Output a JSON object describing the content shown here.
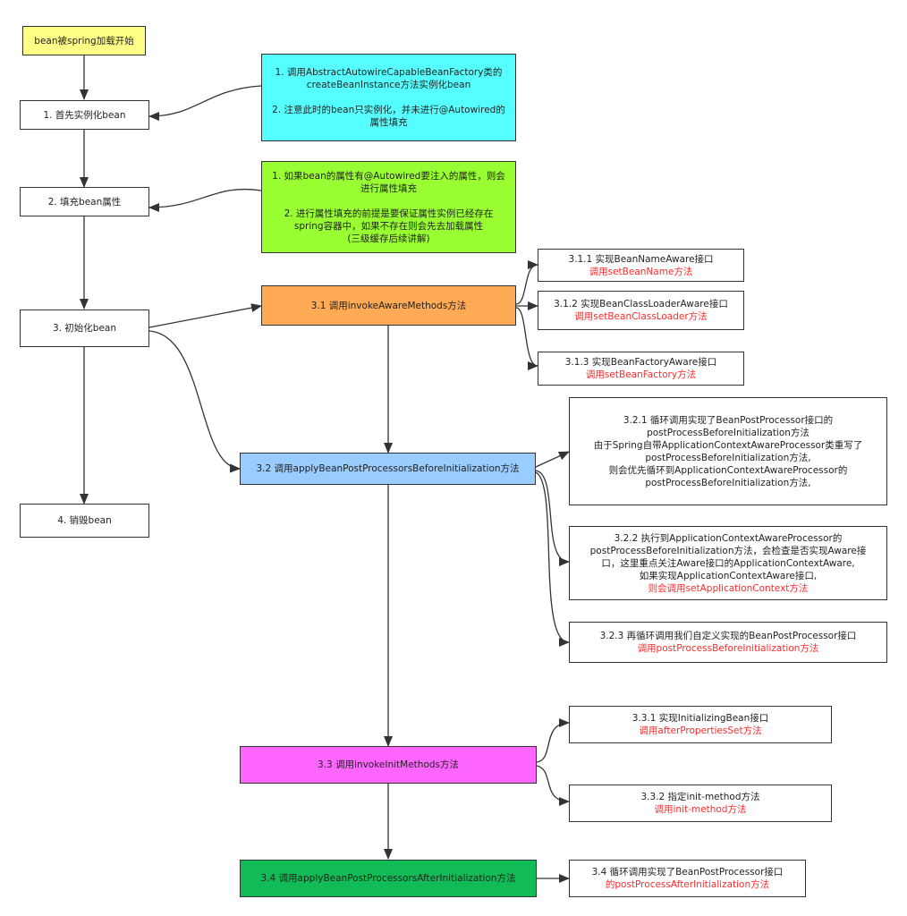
{
  "nodes": {
    "start": {
      "lines": [
        "bean被spring加载开始"
      ]
    },
    "step1": {
      "lines": [
        "1. 首先实例化bean"
      ]
    },
    "step2": {
      "lines": [
        "2. 填充bean属性"
      ]
    },
    "step3": {
      "lines": [
        "3. 初始化bean"
      ]
    },
    "step4": {
      "lines": [
        "4. 销毁bean"
      ]
    },
    "note1": {
      "lines": [
        "1. 调用AbstractAutowireCapableBeanFactory类的",
        "createBeanInstance方法实例化bean",
        "",
        "2. 注意此时的bean只实例化，并未进行@Autowired的",
        "属性填充"
      ]
    },
    "note2": {
      "lines": [
        "1. 如果bean的属性有@Autowired要注入的属性，则会",
        "进行属性填充",
        "",
        "2. 进行属性填充的前提是要保证属性实例已经存在",
        "spring容器中，如果不存在则会先去加载属性",
        "(三级缓存后续讲解)"
      ]
    },
    "s31": {
      "lines": [
        "3.1 调用invokeAwareMethods方法"
      ]
    },
    "s311": {
      "lines": [
        "3.1.1 实现BeanNameAware接口"
      ],
      "red": "调用setBeanName方法"
    },
    "s312": {
      "lines": [
        "3.1.2 实现BeanClassLoaderAware接口"
      ],
      "red": "调用setBeanClassLoader方法"
    },
    "s313": {
      "lines": [
        "3.1.3 实现BeanFactoryAware接口"
      ],
      "red": "调用setBeanFactory方法"
    },
    "s32": {
      "lines": [
        "3.2 调用applyBeanPostProcessorsBeforeInitialization方法"
      ]
    },
    "s321": {
      "lines": [
        "3.2.1 循环调用实现了BeanPostProcessor接口的",
        "postProcessBeforeInitialization方法",
        "由于Spring自带ApplicationContextAwareProcessor类重写了",
        "postProcessBeforeInitialization方法,",
        "则会优先循环到ApplicationContextAwareProcessor的",
        "postProcessBeforeInitialization方法,"
      ]
    },
    "s322": {
      "lines": [
        "3.2.2 执行到ApplicationContextAwareProcessor的",
        "postProcessBeforeInitialization方法，会检查是否实现Aware接",
        "口，这里重点关注Aware接口的ApplicationContextAware,",
        "如果实现ApplicationContextAware接口,"
      ],
      "red": "则会调用setApplicationContext方法"
    },
    "s323": {
      "lines": [
        "3.2.3 再循环调用我们自定义实现的BeanPostProcessor接口"
      ],
      "red": "调用postProcessBeforeInitialization方法"
    },
    "s33": {
      "lines": [
        "3.3 调用invokeInitMethods方法"
      ]
    },
    "s331": {
      "lines": [
        "3.3.1 实现InitializingBean接口"
      ],
      "red": "调用afterPropertiesSet方法"
    },
    "s332": {
      "lines": [
        "3.3.2 指定init-method方法"
      ],
      "red": "调用init-method方法"
    },
    "s34": {
      "lines": [
        "3.4 调用applyBeanPostProcessorsAfterInitialization方法"
      ]
    },
    "s341": {
      "lines": [
        "3.4 循环调用实现了BeanPostProcessor接口"
      ],
      "red": "的postProcessAfterInitialization方法"
    }
  },
  "colors": {
    "start": "#ffff88",
    "note1": "#55ffff",
    "note2": "#99ff33",
    "s31": "#ffaa55",
    "s32": "#99ccff",
    "s33": "#ff66ff",
    "s34": "#11bb55",
    "red_text": "#ff2a2a",
    "line": "#333333"
  }
}
